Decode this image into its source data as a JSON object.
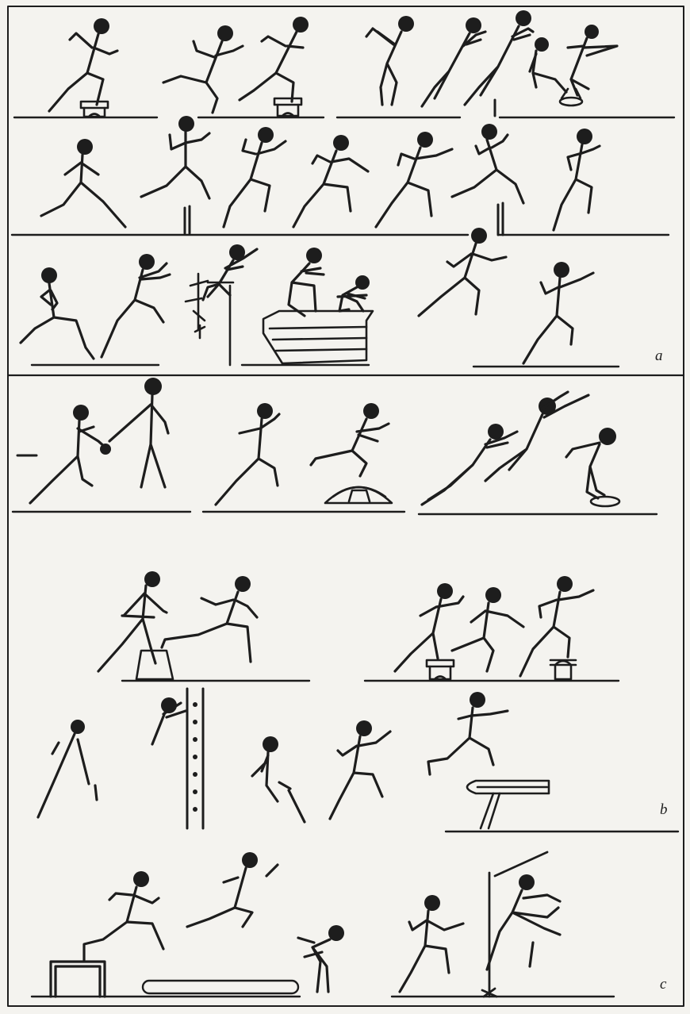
{
  "figure": {
    "panels": [
      {
        "id": "a",
        "label": "a"
      },
      {
        "id": "b",
        "label": "b"
      },
      {
        "id": "c",
        "label": "c"
      }
    ],
    "colors": {
      "ink": "#1d1d1d",
      "paper": "#f4f3ef"
    }
  }
}
